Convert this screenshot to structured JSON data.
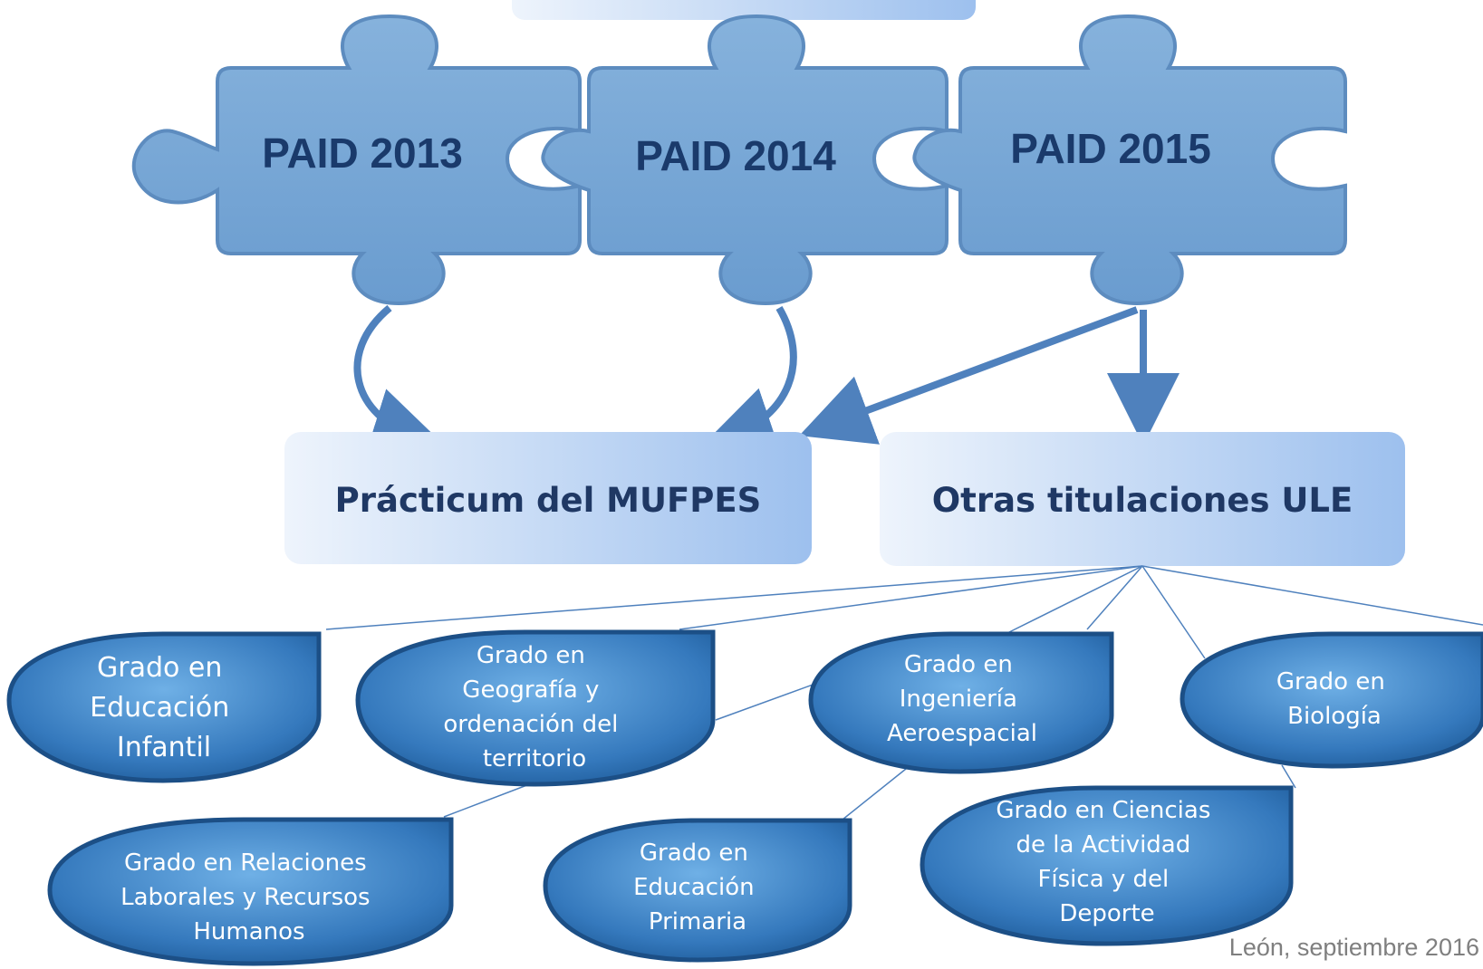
{
  "pieces": [
    "PAID 2013",
    "PAID 2014",
    "PAID 2015"
  ],
  "boxes": {
    "practicum": "Prácticum del MUFPES",
    "otras": "Otras titulaciones ULE"
  },
  "degrees": [
    [
      "Grado en",
      "Educación",
      "Infantil"
    ],
    [
      "Grado en",
      "Geografía y",
      "ordenación del",
      "territorio"
    ],
    [
      "Grado en",
      "Ingeniería",
      "Aeroespacial"
    ],
    [
      "Grado en",
      "Biología"
    ],
    [
      "Grado en Relaciones",
      "Laborales y Recursos",
      "Humanos"
    ],
    [
      "Grado en",
      "Educación",
      "Primaria"
    ],
    [
      "Grado en Ciencias",
      "de la Actividad",
      "Física y del",
      "Deporte"
    ]
  ],
  "footer": "León, septiembre 2016",
  "colors": {
    "piece": "#7ea9d3",
    "leaf_dark": "#2c6fb0",
    "leaf_light": "#6aa7dc",
    "box_light": "#eaf1fb",
    "box_dark": "#9fc2ee",
    "arrow": "#4f81bd",
    "text_dark": "#1f3864"
  }
}
